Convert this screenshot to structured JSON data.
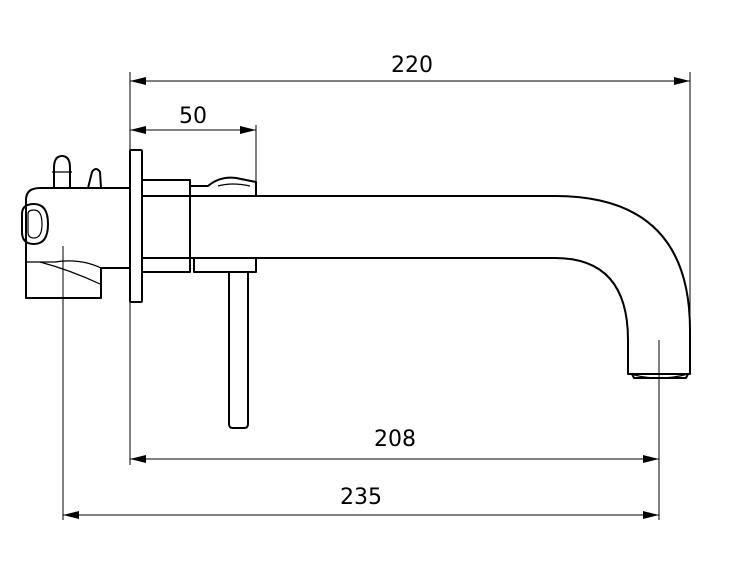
{
  "dimensions": {
    "overall_length": "220",
    "wall_to_lever": "50",
    "wall_to_outlet": "208",
    "body_to_outlet": "235"
  }
}
